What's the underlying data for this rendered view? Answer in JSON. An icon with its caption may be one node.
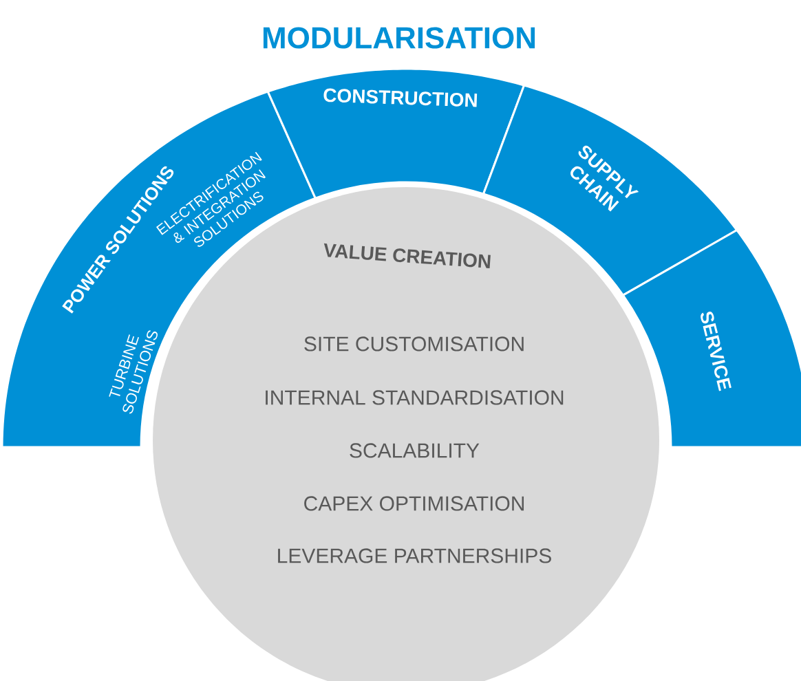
{
  "diagram": {
    "title": "MODULARISATION",
    "nodes": [
      {
        "text": [
          "POWER SOLUTIONS",
          "ELECTRIFICATION & INTEGRATION SOLUTIONS",
          "TURBINE SOLUTIONS"
        ]
      },
      {
        "text": [
          "CONSTRUCTION"
        ]
      },
      {
        "text": [
          "SUPPLY CHAIN"
        ]
      },
      {
        "text": [
          "SERVICE"
        ]
      },
      {
        "text": [
          "VALUE CREATION",
          "SITE CUSTOMISATION",
          "INTERNAL STANDARDISATION",
          "SCALABILITY",
          "CAPEX OPTIMISATION",
          "LEVERAGE PARTNERSHIPS"
        ]
      }
    ]
  }
}
